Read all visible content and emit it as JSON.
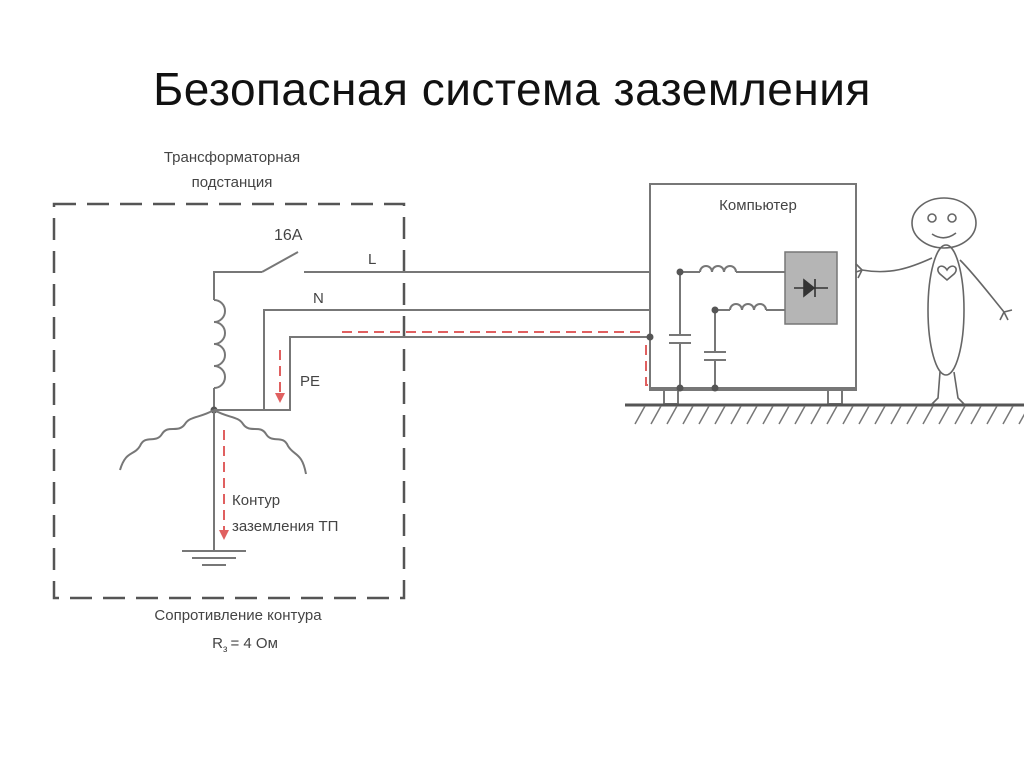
{
  "slide": {
    "title": "Безопасная система заземления"
  },
  "substation": {
    "label_line1": "Трансформаторная",
    "label_line2": "подстанция",
    "breaker_rating": "16А",
    "ground_loop_line1": "Контур",
    "ground_loop_line2": "заземления ТП",
    "resistance_line1": "Сопротивление контура",
    "resistance_line2_prefix": "R",
    "resistance_line2_sub": "з",
    "resistance_line2_value": "= 4 Ом"
  },
  "wires": {
    "line_label": "L",
    "neutral_label": "N",
    "pe_label": "PE"
  },
  "computer": {
    "label": "Компьютер"
  },
  "colors": {
    "wire": "#777777",
    "dash_border": "#555555",
    "fault_current": "#e06060",
    "module_fill": "#b5b5b5",
    "text": "#444444",
    "title": "#111111"
  }
}
